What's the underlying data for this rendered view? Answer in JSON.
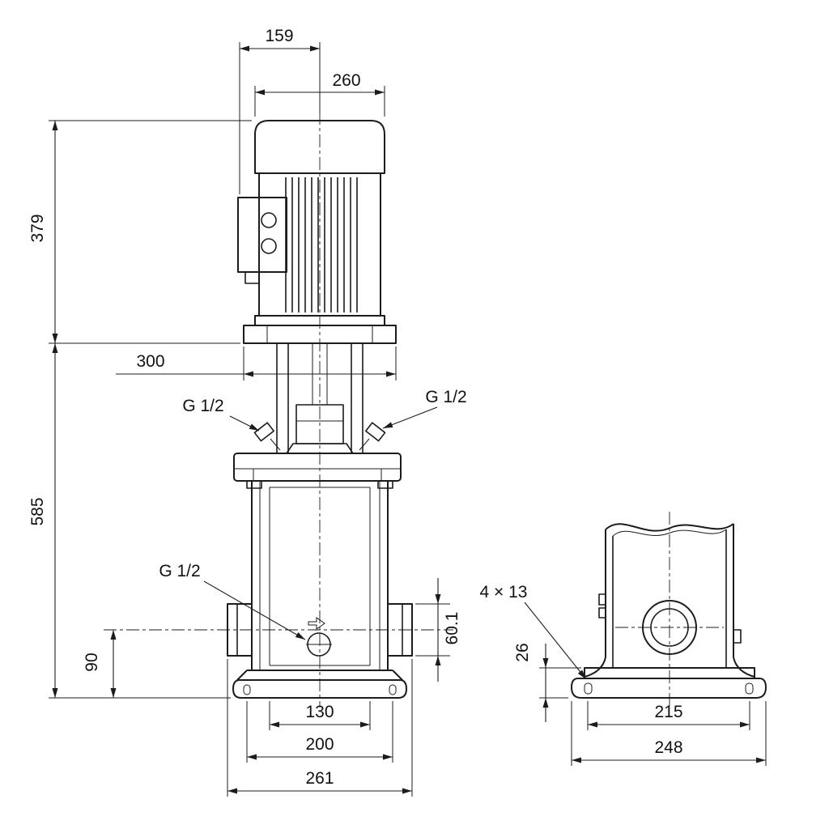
{
  "front_view": {
    "dims": {
      "terminal_box_to_center": "159",
      "motor_width": "260",
      "motor_height": "379",
      "stool_width": "300",
      "pump_height": "585",
      "port_center_to_base": "90",
      "port_to_foot": "60.1",
      "chamber_width": "130",
      "foot_bolt_width": "200",
      "overall_width": "261"
    },
    "threads": {
      "gauge_left": "G 1/2",
      "gauge_right": "G 1/2",
      "drain": "G 1/2"
    }
  },
  "side_view": {
    "dims": {
      "bolt_slot": "4 × 13",
      "base_height": "26",
      "bolt_spacing": "215",
      "base_width": "248"
    }
  },
  "colors": {
    "line": "#1c1c1c",
    "background": "#ffffff"
  }
}
